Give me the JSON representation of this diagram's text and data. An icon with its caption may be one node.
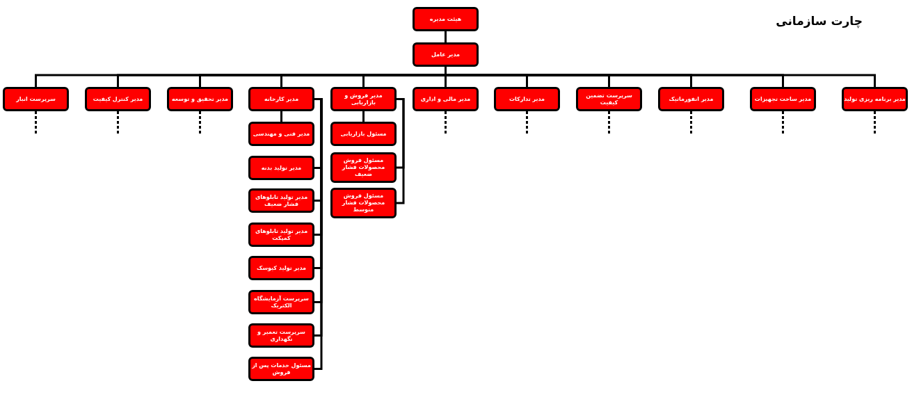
{
  "diagram": {
    "title": "چارت سازمانی",
    "nodes": [
      {
        "text": [
          "هیئت مدیره"
        ]
      },
      {
        "text": [
          "مدیر عامل"
        ]
      },
      {
        "text": [
          "مدیر برنامه ریزی تولید"
        ]
      },
      {
        "text": [
          "مدیر ساخت تجهیزات"
        ]
      },
      {
        "text": [
          "مدیر انفورماتیک"
        ]
      },
      {
        "text": [
          "سرپرست تضمین کیفیت"
        ]
      },
      {
        "text": [
          "مدیر تدارکات"
        ]
      },
      {
        "text": [
          "مدیر مالی و اداری"
        ]
      },
      {
        "text": [
          "مدیر فروش و بازاریابی"
        ]
      },
      {
        "text": [
          "مدیر کارخانه"
        ]
      },
      {
        "text": [
          "مدیر تحقیق و توسعه"
        ]
      },
      {
        "text": [
          "مدیر کنترل کیفیت"
        ]
      },
      {
        "text": [
          "سرپرست انبار"
        ]
      },
      {
        "text": [
          "مسئول بازاریابی"
        ]
      },
      {
        "text": [
          "مسئول فروش محصولات فشار ضعیف"
        ]
      },
      {
        "text": [
          "مسئول فروش محصولات فشار متوسط"
        ]
      },
      {
        "text": [
          "مدیر فنی و مهندسی"
        ]
      },
      {
        "text": [
          "مدیر تولید بدنه"
        ]
      },
      {
        "text": [
          "مدیر تولید تابلوهای فشار ضعیف"
        ]
      },
      {
        "text": [
          "مدیر تولید تابلوهای کمپکت"
        ]
      },
      {
        "text": [
          "مدیر تولید کیوسک"
        ]
      },
      {
        "text": [
          "سرپرست آزمایشگاه الکتریک"
        ]
      },
      {
        "text": [
          "سرپرست تعمیر و نگهداری"
        ]
      },
      {
        "text": [
          "مسئول خدمات پس از فروش"
        ]
      }
    ],
    "edges": [
      {
        "from": 0,
        "to": 1,
        "arrow": "none"
      },
      {
        "from": 1,
        "to": 2,
        "arrow": "none"
      },
      {
        "from": 1,
        "to": 3,
        "arrow": "none"
      },
      {
        "from": 1,
        "to": 4,
        "arrow": "none"
      },
      {
        "from": 1,
        "to": 5,
        "arrow": "none"
      },
      {
        "from": 1,
        "to": 6,
        "arrow": "none"
      },
      {
        "from": 1,
        "to": 7,
        "arrow": "none"
      },
      {
        "from": 1,
        "to": 8,
        "arrow": "none"
      },
      {
        "from": 1,
        "to": 9,
        "arrow": "none"
      },
      {
        "from": 1,
        "to": 10,
        "arrow": "none"
      },
      {
        "from": 1,
        "to": 11,
        "arrow": "none"
      },
      {
        "from": 1,
        "to": 12,
        "arrow": "none"
      },
      {
        "from": 8,
        "to": 13,
        "arrow": "none"
      },
      {
        "from": 8,
        "to": 14,
        "arrow": "none"
      },
      {
        "from": 8,
        "to": 15,
        "arrow": "none"
      },
      {
        "from": 9,
        "to": 16,
        "arrow": "none"
      },
      {
        "from": 9,
        "to": 17,
        "arrow": "none"
      },
      {
        "from": 9,
        "to": 18,
        "arrow": "none"
      },
      {
        "from": 9,
        "to": 19,
        "arrow": "none"
      },
      {
        "from": 9,
        "to": 20,
        "arrow": "none"
      },
      {
        "from": 9,
        "to": 21,
        "arrow": "none"
      },
      {
        "from": 9,
        "to": 22,
        "arrow": "none"
      },
      {
        "from": 9,
        "to": 23,
        "arrow": "none"
      },
      {
        "from": 2,
        "to": null,
        "arrow": "none",
        "style": "dashed"
      },
      {
        "from": 3,
        "to": null,
        "arrow": "none",
        "style": "dashed"
      },
      {
        "from": 4,
        "to": null,
        "arrow": "none",
        "style": "dashed"
      },
      {
        "from": 5,
        "to": null,
        "arrow": "none",
        "style": "dashed"
      },
      {
        "from": 6,
        "to": null,
        "arrow": "none",
        "style": "dashed"
      },
      {
        "from": 7,
        "to": null,
        "arrow": "none",
        "style": "dashed"
      },
      {
        "from": 10,
        "to": null,
        "arrow": "none",
        "style": "dashed"
      },
      {
        "from": 11,
        "to": null,
        "arrow": "none",
        "style": "dashed"
      },
      {
        "from": 12,
        "to": null,
        "arrow": "none",
        "style": "dashed"
      }
    ]
  }
}
